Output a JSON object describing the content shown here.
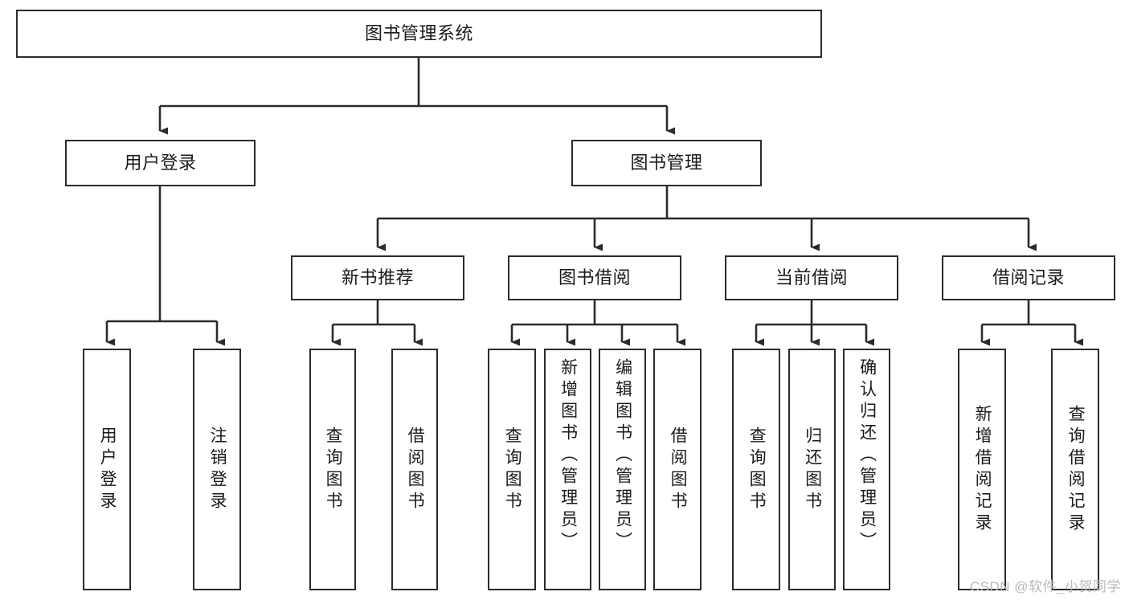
{
  "diagram": {
    "title": "图书管理系统",
    "watermark": "CSDN @软件_小贺同学",
    "stroke_color": "#2b2b2b",
    "fill_color": "#ffffff",
    "watermark_color": "#b9b9b9",
    "levels": {
      "root": {
        "label": "图书管理系统"
      },
      "level2": [
        {
          "label": "用户登录"
        },
        {
          "label": "图书管理"
        }
      ],
      "level3": [
        {
          "label": "新书推荐"
        },
        {
          "label": "图书借阅"
        },
        {
          "label": "当前借阅"
        },
        {
          "label": "借阅记录"
        }
      ]
    },
    "leaves": {
      "user_login": [
        {
          "label": "用户登录"
        },
        {
          "label": "注销登录"
        }
      ],
      "new_book_recommend": [
        {
          "label": "查询图书"
        },
        {
          "label": "借阅图书"
        }
      ],
      "book_borrow": [
        {
          "label": "查询图书"
        },
        {
          "label": "新增图书（管理员）"
        },
        {
          "label": "编辑图书（管理员）"
        },
        {
          "label": "借阅图书"
        }
      ],
      "current_borrow": [
        {
          "label": "查询图书"
        },
        {
          "label": "归还图书"
        },
        {
          "label": "确认归还（管理员）"
        }
      ],
      "borrow_record": [
        {
          "label": "新增借阅记录"
        },
        {
          "label": "查询借阅记录"
        }
      ]
    }
  }
}
